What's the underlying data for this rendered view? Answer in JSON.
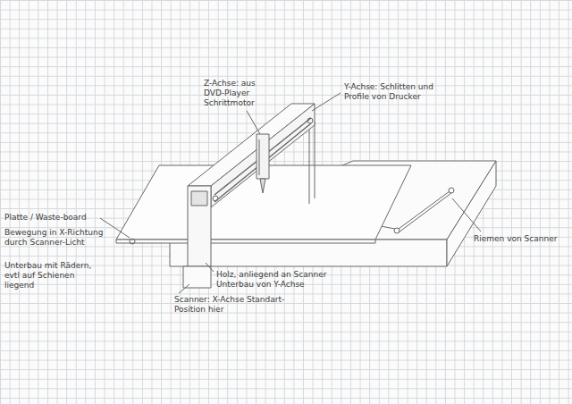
{
  "diagram": {
    "labels": [
      "Z-Achse: aus DVD-Player Schrittmotor",
      "Y-Achse: Schlitten und Profile von Drucker",
      "Platte / Waste-board",
      "Bewegung in X-Richtung durch Scanner-Licht",
      "Unterbau mit Rädern, evtl auf Schienen liegend",
      "Riemen von Scanner",
      "Holz, anliegend an Scanner Unterbau von Y-Achse",
      "Scanner: X-Achse Standart-Position hier"
    ]
  }
}
